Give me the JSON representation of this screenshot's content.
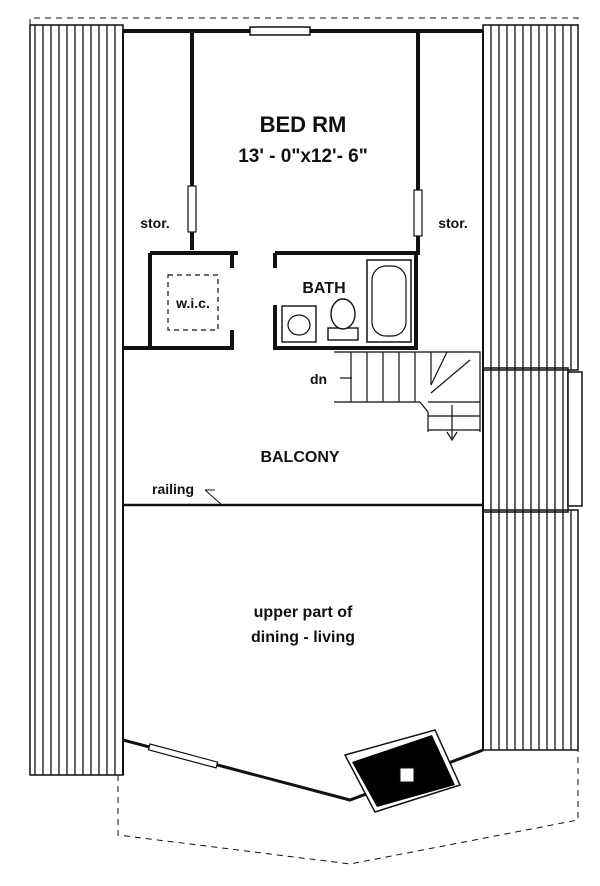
{
  "plan": {
    "bedroom": {
      "name": "BED RM",
      "dimensions": "13' - 0\"x12'- 6\""
    },
    "storage_left": "stor.",
    "storage_right": "stor.",
    "closet": "w.i.c.",
    "bath": "BATH",
    "stair_label": "dn",
    "balcony": "BALCONY",
    "railing": "railing",
    "open_area_line1": "upper part of",
    "open_area_line2": "dining - living"
  },
  "colors": {
    "line": "#111111",
    "fill": "#000000",
    "paper": "#ffffff"
  }
}
